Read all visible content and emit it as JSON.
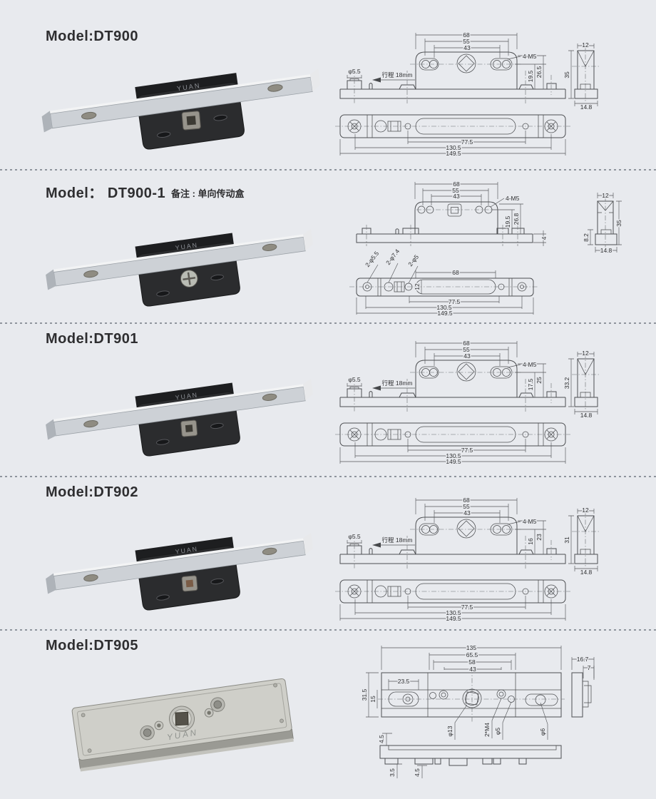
{
  "page": {
    "background": "#e8eaee",
    "divider_color": "#8f959d"
  },
  "brand": "YUAN",
  "sections": [
    {
      "title": "Model:DT900",
      "dims": {
        "w1": "68",
        "w2": "55",
        "w3": "43",
        "screw": "4-M5",
        "v1": "19.5",
        "v2": "26.5",
        "hole": "φ5.5",
        "stroke": "行程 18mm",
        "sw": "12",
        "sh": "35",
        "sb": "14.8",
        "p1": "77.5",
        "p2": "130.5",
        "p3": "149.5"
      }
    },
    {
      "title": "Model： DT900-1",
      "note": "备注 : 单向传动盒",
      "dims": {
        "w1": "68",
        "w2": "55",
        "w3": "43",
        "screw": "4-M5",
        "v1": "19.5",
        "v2": "26.8",
        "rail": "4",
        "sw": "12",
        "sh": "35",
        "st": "8.2",
        "sb": "14.8",
        "c1": "2-φ5.5",
        "c2": "2-φ7.4",
        "c3": "2-φ5",
        "slw": "68",
        "slh": "12",
        "p1": "77.5",
        "p2": "130.5",
        "p3": "149.5"
      }
    },
    {
      "title": "Model:DT901",
      "dims": {
        "w1": "68",
        "w2": "55",
        "w3": "43",
        "screw": "4-M5",
        "v1": "17.5",
        "v2": "25",
        "hole": "φ5.5",
        "stroke": "行程 18mm",
        "sw": "12",
        "sh": "33.2",
        "sb": "14.8",
        "p1": "77.5",
        "p2": "130.5",
        "p3": "149.5"
      }
    },
    {
      "title": "Model:DT902",
      "dims": {
        "w1": "68",
        "w2": "55",
        "w3": "43",
        "screw": "4-M5",
        "v1": "16",
        "v2": "23",
        "hole": "φ5.5",
        "stroke": "行程 18mm",
        "sw": "12",
        "sh": "31",
        "sb": "14.8",
        "p1": "77.5",
        "p2": "130.5",
        "p3": "149.5"
      }
    },
    {
      "title": "Model:DT905",
      "dims": {
        "t135": "135",
        "t655": "65.5",
        "t58": "58",
        "t43": "43",
        "t235": "23.5",
        "l315": "31.5",
        "l15": "15",
        "s167": "16.7",
        "s7": "7",
        "cA": "φ13",
        "cB": "2*M4",
        "cC": "φ5",
        "cD": "φ6",
        "d45a": "4.5",
        "d35": "3.5",
        "d45b": "4.5"
      }
    }
  ]
}
